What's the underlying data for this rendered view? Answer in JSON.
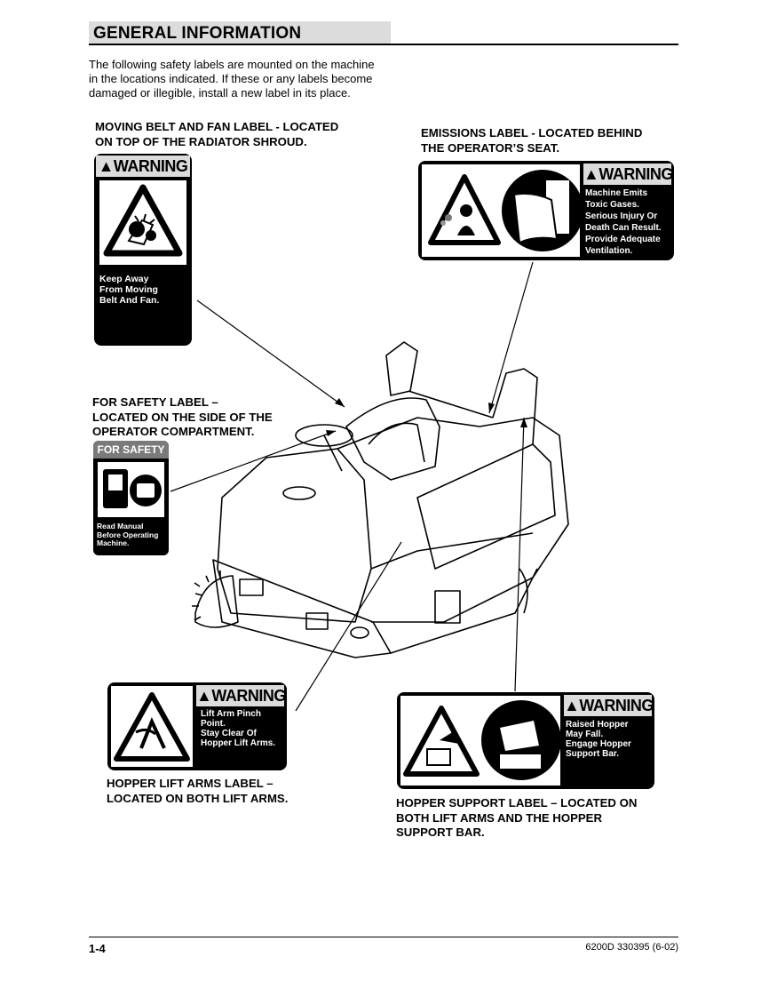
{
  "header": {
    "title": "GENERAL INFORMATION"
  },
  "intro": "The following safety labels are mounted on the machine in the locations indicated. If these or any labels become damaged or illegible, install a new label in its place.",
  "captions": {
    "belt_fan": [
      "MOVING BELT AND FAN LABEL - LOCATED",
      "ON TOP OF THE RADIATOR SHROUD."
    ],
    "emissions": [
      "EMISSIONS LABEL - LOCATED BEHIND",
      "THE OPERATOR’S SEAT."
    ],
    "for_safety": [
      "FOR SAFETY LABEL –",
      "LOCATED ON THE SIDE OF THE",
      "OPERATOR COMPARTMENT."
    ],
    "hopper_lift": [
      "HOPPER LIFT ARMS LABEL –",
      "LOCATED ON BOTH LIFT ARMS."
    ],
    "hopper_support": [
      "HOPPER SUPPORT LABEL – LOCATED ON",
      "BOTH LIFT ARMS AND THE HOPPER",
      "SUPPORT BAR."
    ]
  },
  "labels": {
    "belt_fan": {
      "heading": "WARNING",
      "text": [
        "Keep Away",
        "From Moving",
        "Belt And Fan."
      ]
    },
    "emissions": {
      "heading": "WARNING",
      "text": [
        "Machine Emits",
        "Toxic Gases.",
        "Serious Injury Or",
        "Death Can Result.",
        "Provide Adequate",
        "Ventilation."
      ]
    },
    "for_safety": {
      "heading": "FOR SAFETY",
      "text": [
        "Read Manual",
        "Before Operating",
        "Machine."
      ]
    },
    "hopper_lift": {
      "heading": "WARNING",
      "text": [
        "Lift Arm Pinch",
        "Point.",
        "Stay Clear Of",
        "Hopper Lift Arms."
      ]
    },
    "hopper_support": {
      "heading": "WARNING",
      "text": [
        "Raised Hopper",
        "May Fall.",
        "Engage Hopper",
        "Support Bar."
      ]
    }
  },
  "footer": {
    "page": "1-4",
    "doc": "6200D 330395 (6-02)"
  },
  "colors": {
    "label_bg": "#000000",
    "header_bg": "#dcdcdc",
    "text": "#000000"
  }
}
